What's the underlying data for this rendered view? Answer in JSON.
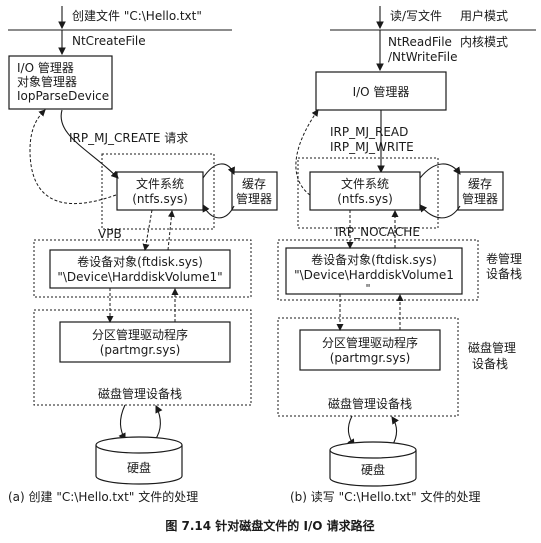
{
  "left": {
    "top_label": "创建文件 \"C:\\Hello.txt\"",
    "api": "NtCreateFile",
    "io_mgr": [
      "I/O 管理器",
      "对象管理器",
      "IopParseDevice"
    ],
    "irp": "IRP_MJ_CREATE 请求",
    "fs": [
      "文件系统",
      "(ntfs.sys)"
    ],
    "cache": [
      "缓存",
      "管理器"
    ],
    "vpb": "VPB",
    "vol": [
      "卷设备对象(ftdisk.sys)",
      "\"\\Device\\HarddiskVolume1\""
    ],
    "part": [
      "分区管理驱动程序",
      "(partmgr.sys)"
    ],
    "disk_stack": "磁盘管理设备栈",
    "disk": "硬盘",
    "caption": "(a) 创建 \"C:\\Hello.txt\" 文件的处理"
  },
  "right": {
    "top_label": "读/写文件",
    "user_mode": "用户模式",
    "api1": "NtReadFile",
    "api2": "/NtWriteFile",
    "kernel_mode": "内核模式",
    "io_mgr": "I/O 管理器",
    "irp1": "IRP_MJ_READ",
    "irp2": "IRP_MJ_WRITE",
    "fs": [
      "文件系统",
      "(ntfs.sys)"
    ],
    "cache": [
      "缓存",
      "管理器"
    ],
    "nocache": "IRP_NOCACHE",
    "vol": [
      "卷设备对象(ftdisk.sys)",
      "\"\\Device\\HarddiskVolume1",
      "\""
    ],
    "vol_stack": [
      "卷管理",
      "设备栈"
    ],
    "part": [
      "分区管理驱动程序",
      "(partmgr.sys)"
    ],
    "disk_stack_label": [
      "磁盘管理",
      "设备栈"
    ],
    "disk_stack": "磁盘管理设备栈",
    "disk": "硬盘",
    "caption": "(b) 读写 \"C:\\Hello.txt\" 文件的处理"
  },
  "figure_caption": "图 7.14   针对磁盘文件的 I/O 请求路径"
}
